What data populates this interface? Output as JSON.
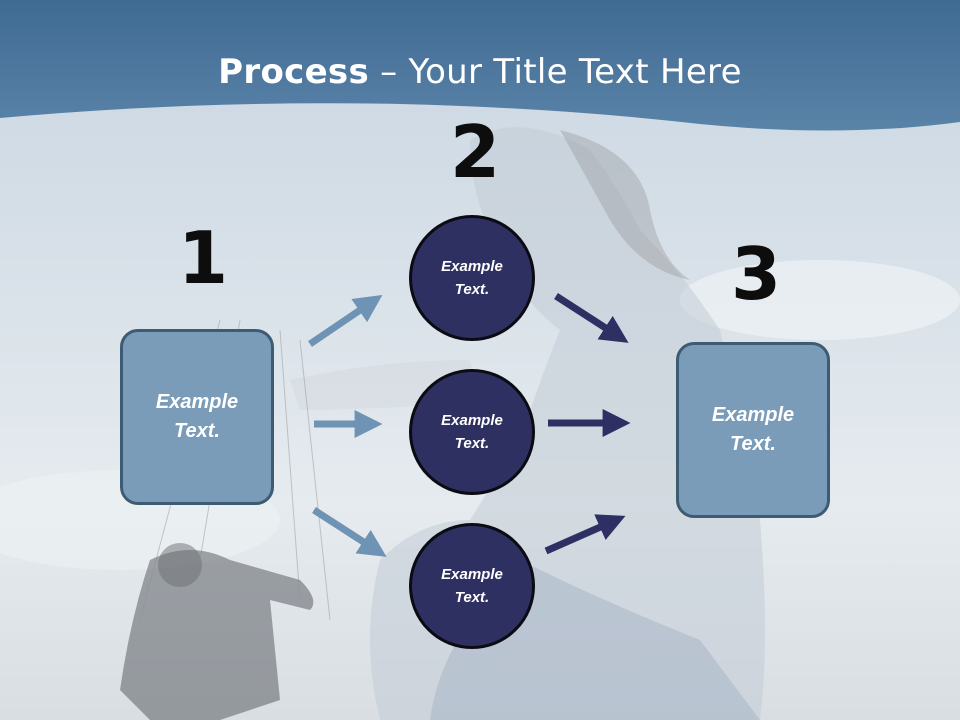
{
  "header": {
    "title_bold": "Process",
    "title_rest": " – Your Title Text Here"
  },
  "steps": {
    "one": {
      "number": "1",
      "label": "Example\nText."
    },
    "two": {
      "number": "2",
      "circles": [
        {
          "label": "Example\nText."
        },
        {
          "label": "Example\nText."
        },
        {
          "label": "Example\nText."
        }
      ]
    },
    "three": {
      "number": "3",
      "label": "Example\nText."
    }
  },
  "colors": {
    "header_band": "#4b7399",
    "box_fill": "#7a9cb8",
    "circle_fill": "#2f3062",
    "arrow_light": "#6e93b4",
    "arrow_dark": "#2e3064"
  }
}
